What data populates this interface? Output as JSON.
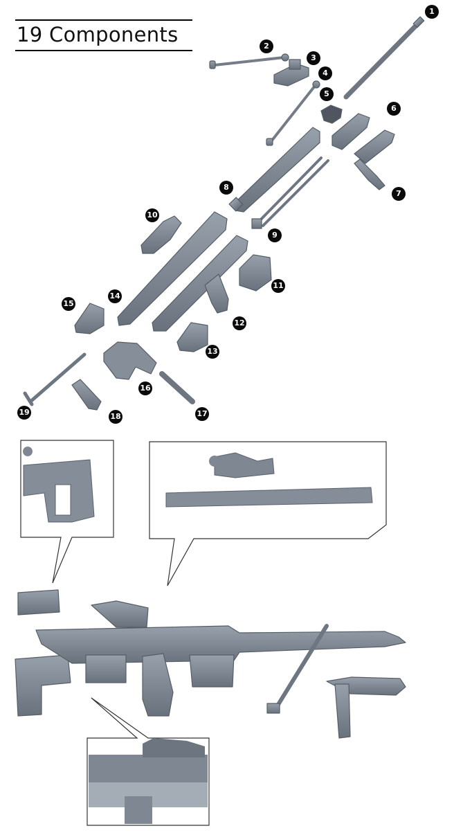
{
  "title": "19 Components",
  "callouts": [
    "1",
    "2",
    "3",
    "4",
    "5",
    "6",
    "7",
    "8",
    "9",
    "10",
    "11",
    "12",
    "13",
    "14",
    "15",
    "16",
    "17",
    "18",
    "19"
  ],
  "colors": {
    "part_fill": "#7e8792",
    "part_edge": "#5a626c",
    "part_light": "#a3abb4",
    "callout": "#0a0a0a",
    "frame": "#333333"
  }
}
